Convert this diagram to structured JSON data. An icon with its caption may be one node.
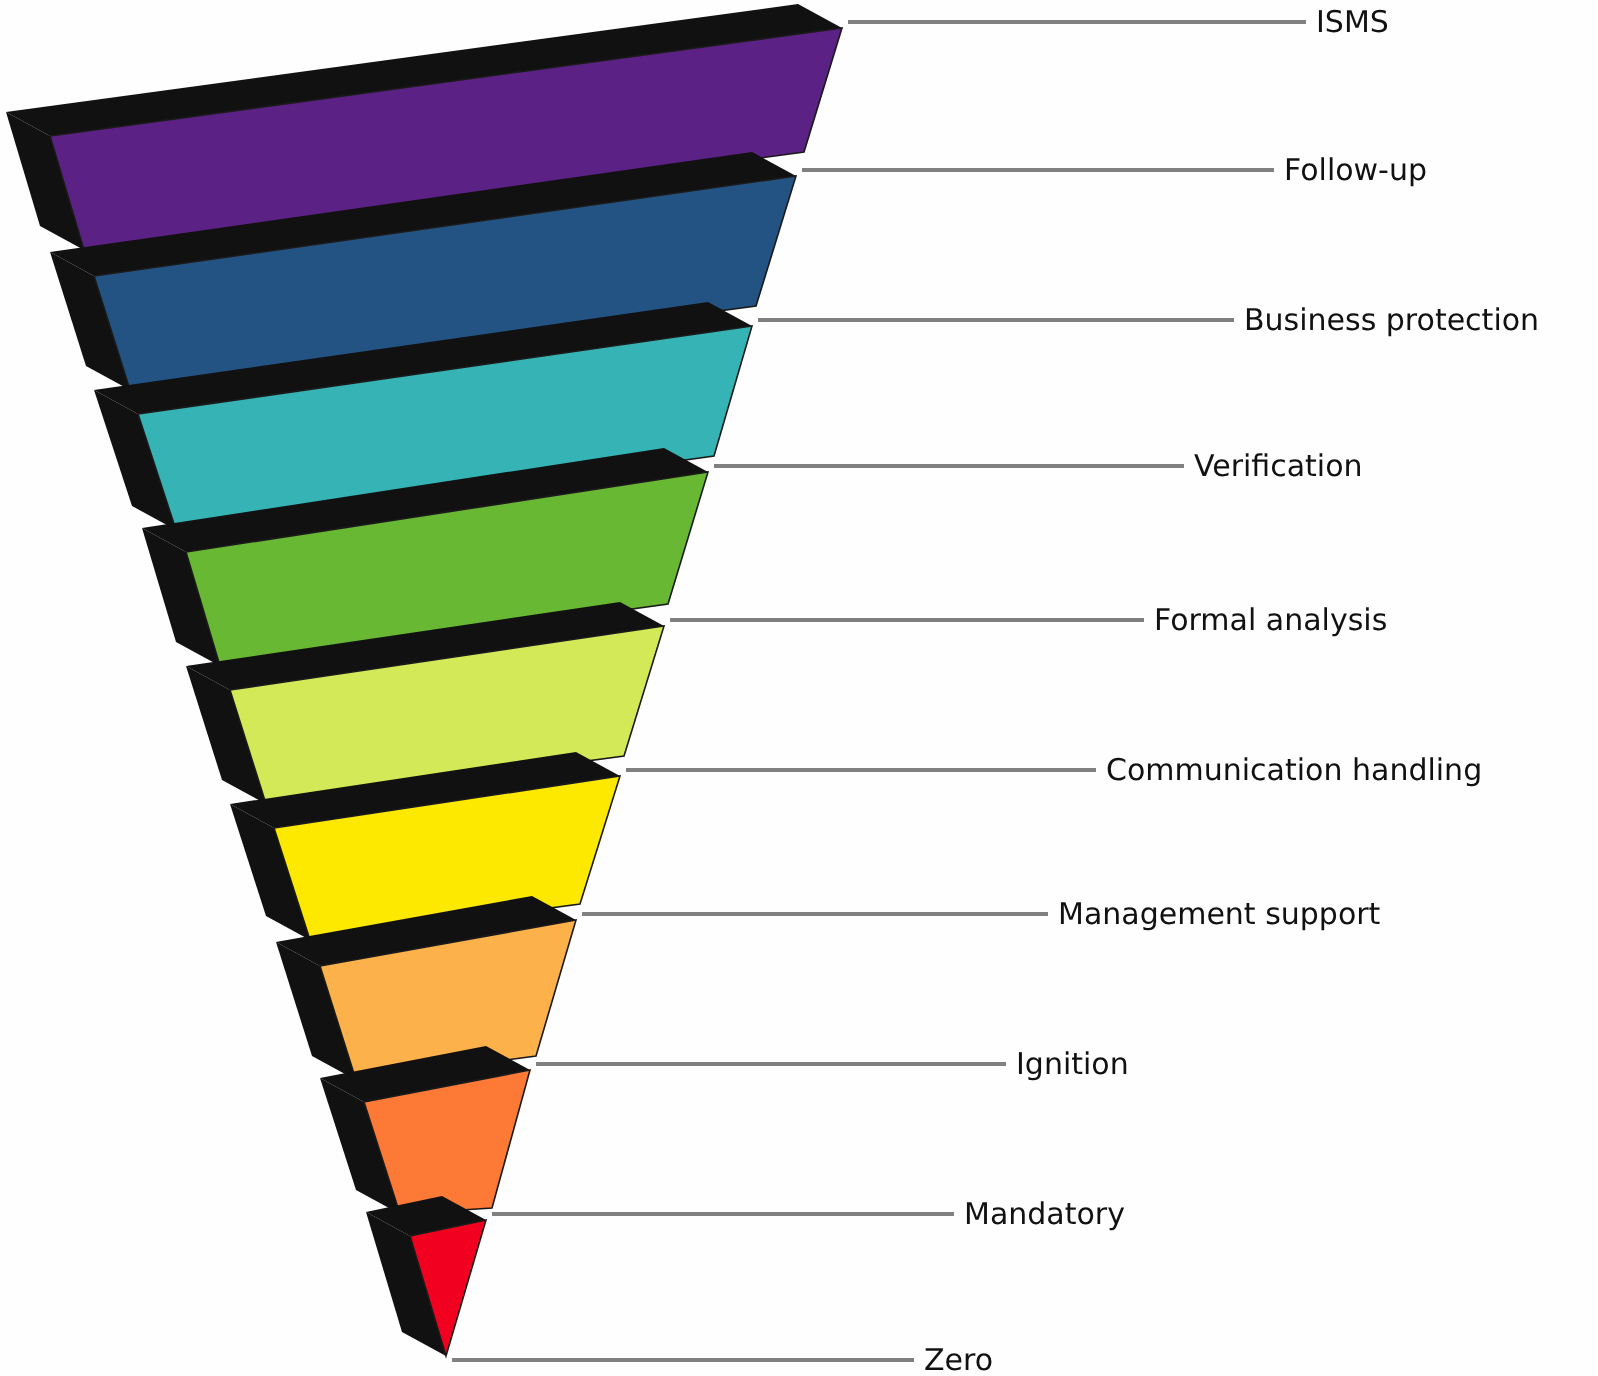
{
  "diagram": {
    "nodes": [
      {
        "text": [],
        "shape": "bar"
      },
      {
        "text": [
          "ISMS"
        ]
      },
      {
        "text": [],
        "shape": "bar"
      },
      {
        "text": [
          "Follow-up"
        ]
      },
      {
        "text": [],
        "shape": "bar"
      },
      {
        "text": [
          "Business protection"
        ]
      },
      {
        "text": [],
        "shape": "bar"
      },
      {
        "text": [
          "Verification"
        ]
      },
      {
        "text": [],
        "shape": "bar"
      },
      {
        "text": [
          "Formal analysis"
        ]
      },
      {
        "text": [],
        "shape": "bar"
      },
      {
        "text": [
          "Communication handling"
        ]
      },
      {
        "text": [],
        "shape": "bar"
      },
      {
        "text": [
          "Management support"
        ]
      },
      {
        "text": [],
        "shape": "bar"
      },
      {
        "text": [
          "Ignition"
        ]
      },
      {
        "text": [],
        "shape": "triangle"
      },
      {
        "text": [
          "Mandatory"
        ]
      },
      {
        "text": [
          "Zero"
        ]
      }
    ],
    "edges": [
      {
        "from": 1,
        "to": 0,
        "arrow": "none"
      },
      {
        "from": 3,
        "to": 2,
        "arrow": "none"
      },
      {
        "from": 5,
        "to": 4,
        "arrow": "none"
      },
      {
        "from": 7,
        "to": 6,
        "arrow": "none"
      },
      {
        "from": 9,
        "to": 8,
        "arrow": "none"
      },
      {
        "from": 11,
        "to": 10,
        "arrow": "none"
      },
      {
        "from": 13,
        "to": 12,
        "arrow": "none"
      },
      {
        "from": 15,
        "to": 14,
        "arrow": "none"
      },
      {
        "from": 17,
        "to": 16,
        "arrow": "none"
      },
      {
        "from": 18,
        "to": 16,
        "arrow": "none"
      }
    ]
  }
}
